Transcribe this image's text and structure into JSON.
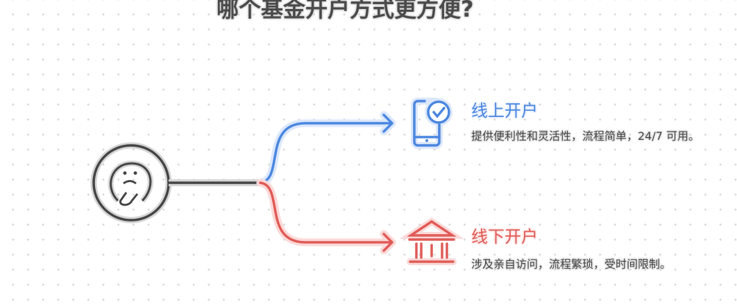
{
  "title": "哪个基金开户方式更方便?",
  "options": [
    {
      "heading": "线上开户",
      "description": "提供便利性和灵活性，流程简单，24/7 可用。",
      "icon": "smartphone-check-icon",
      "color": "#4a86e0"
    },
    {
      "heading": "线下开户",
      "description": "涉及亲自访问，流程繁琐，受时间限制。",
      "icon": "bank-building-icon",
      "color": "#e05a56"
    }
  ],
  "center_icon": "thinking-face-icon"
}
